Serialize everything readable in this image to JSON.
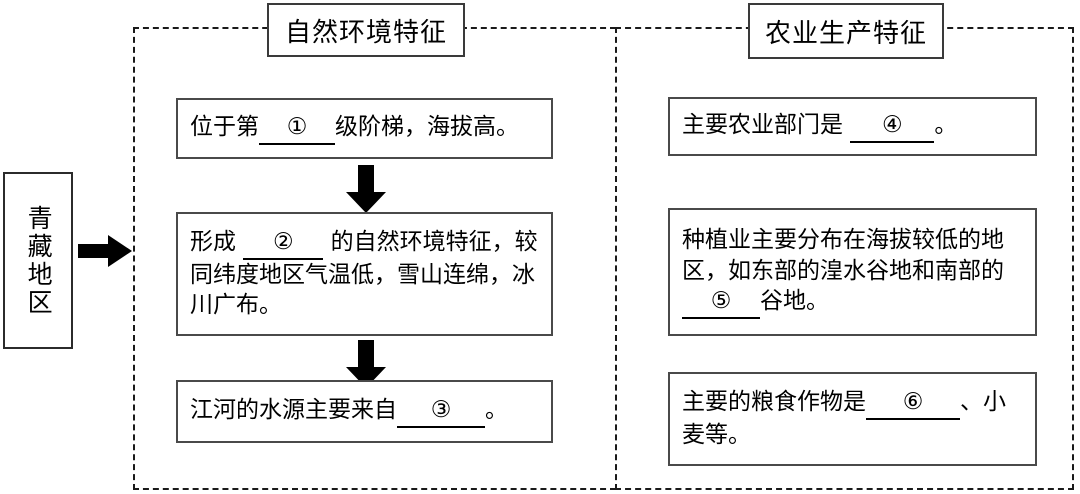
{
  "diagram": {
    "root": {
      "label": "青藏地区"
    },
    "panels": [
      {
        "id": "natural-environment",
        "caption": "自然环境特征",
        "boxes": [
          {
            "id": "elevation",
            "before": "位于第",
            "blank": "①",
            "after": "级阶梯，海拔高。"
          },
          {
            "id": "cold-feature",
            "before": "形成",
            "blank": "②",
            "after": "的自然环境特征，较同纬度地区气温低，雪山连绵，冰川广布。"
          },
          {
            "id": "river-source",
            "before": "江河的水源主要来自",
            "blank": "③",
            "after": "。"
          }
        ]
      },
      {
        "id": "agriculture",
        "caption": "农业生产特征",
        "boxes": [
          {
            "id": "main-sector",
            "before": "主要农业部门是",
            "blank": "④",
            "after": "。"
          },
          {
            "id": "planting-area",
            "before": "种植业主要分布在海拔较低的地区，如东部的湟水谷地和南部的",
            "blank": "⑤",
            "after": "谷地。"
          },
          {
            "id": "main-crops",
            "before": "主要的粮食作物是",
            "blank": "⑥",
            "after": "、小麦等。"
          }
        ]
      }
    ],
    "connectors": [
      {
        "id": "root-to-natural",
        "direction": "right"
      },
      {
        "id": "elevation-to-cold",
        "direction": "down"
      },
      {
        "id": "cold-to-river",
        "direction": "down"
      }
    ],
    "colors": {
      "ink": "#000000",
      "box_border": "#4a4a4a",
      "panel_border": "#1a1a1a",
      "background": "#ffffff"
    }
  }
}
